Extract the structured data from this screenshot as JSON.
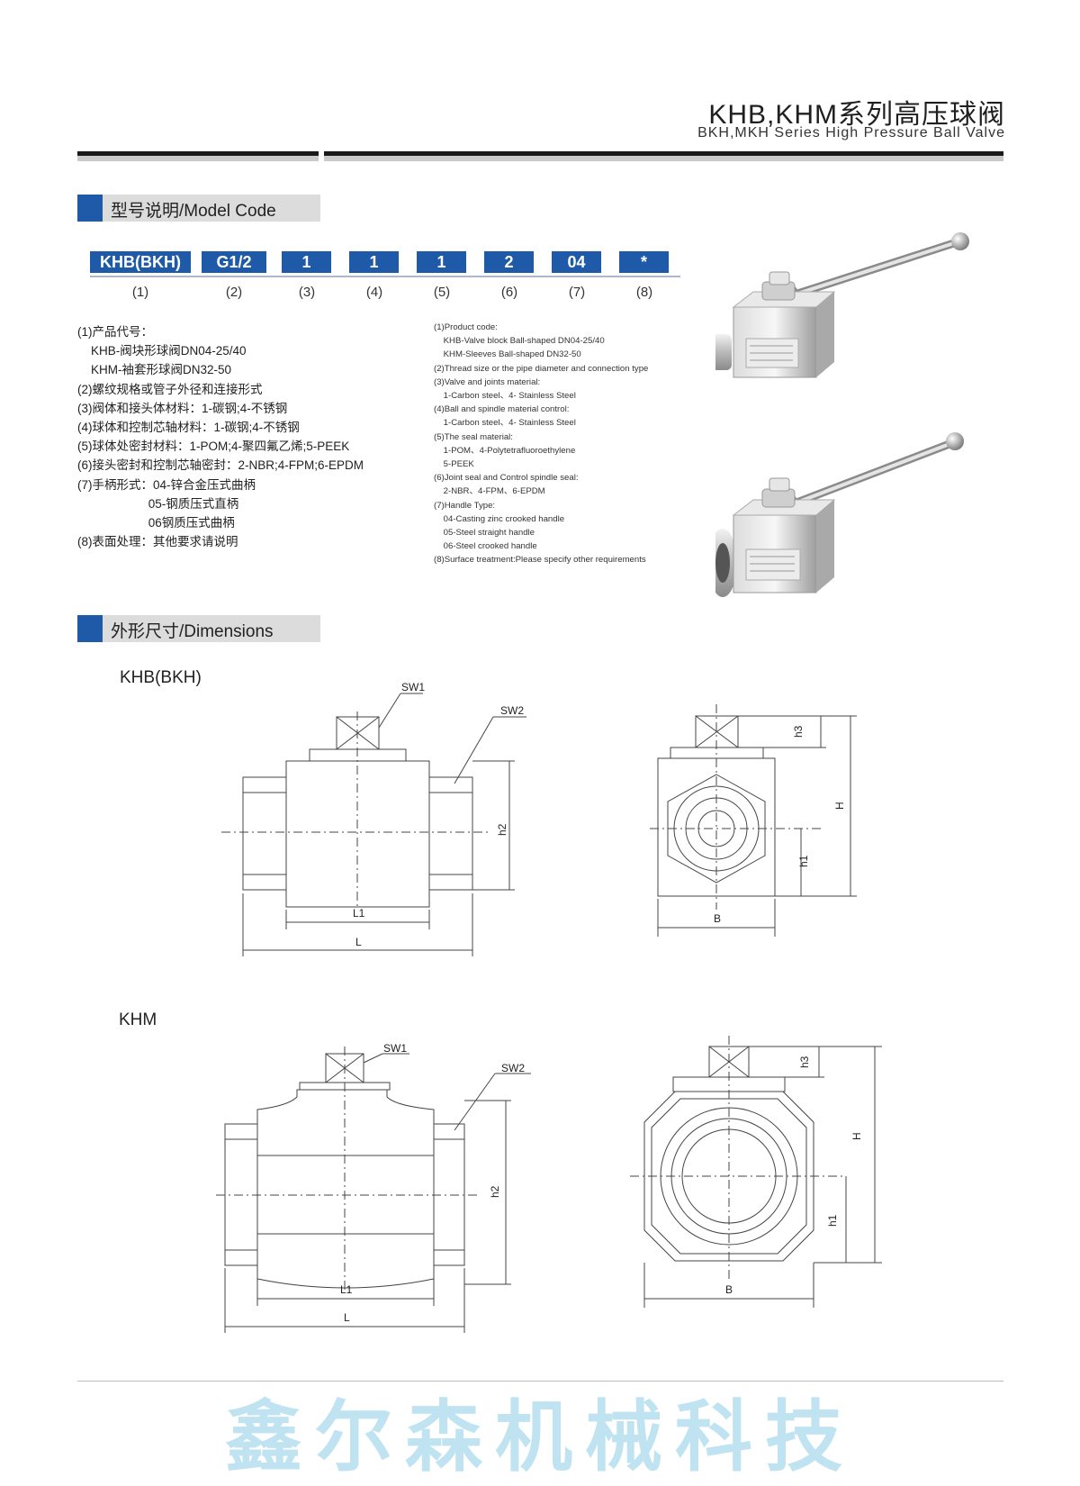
{
  "header": {
    "title": "KHB,KHM系列高压球阀",
    "subtitle": "BKH,MKH  Series  High Pressure Ball Valve"
  },
  "sections": {
    "model_code": "型号说明/Model Code",
    "dimensions": "外形尺寸/Dimensions"
  },
  "model_code": {
    "boxes": [
      "KHB(BKH)",
      "G1/2",
      "1",
      "1",
      "1",
      "2",
      "04",
      "*"
    ],
    "indices": [
      "(1)",
      "(2)",
      "(3)",
      "(4)",
      "(5)",
      "(6)",
      "(7)",
      "(8)"
    ]
  },
  "cn_lines": [
    "(1)产品代号：",
    "    KHB-阀块形球阀DN04-25/40",
    "    KHM-袖套形球阀DN32-50",
    "(2)螺纹规格或管子外径和连接形式",
    "(3)阀体和接头体材料：1-碳钢;4-不锈钢",
    "(4)球体和控制芯轴材料：1-碳钢;4-不锈钢",
    "(5)球体处密封材料：1-POM;4-聚四氟乙烯;5-PEEK",
    "(6)接头密封和控制芯轴密封：2-NBR;4-FPM;6-EPDM",
    "(7)手柄形式：04-锌合金压式曲柄",
    "                     05-钢质压式直柄",
    "                     06钢质压式曲柄",
    "(8)表面处理：其他要求请说明"
  ],
  "en_lines": [
    "(1)Product code:",
    "    KHB-Valve block Ball-shaped DN04-25/40",
    "    KHM-Sleeves Ball-shaped DN32-50",
    "(2)Thread size or the pipe diameter and connection type",
    "(3)Valve and joints material:",
    "    1-Carbon steel、4- Stainless Steel",
    "(4)Ball and spindle material control:",
    "    1-Carbon steel、4- Stainless Steel",
    "(5)The seal material:",
    "    1-POM、4-Polytetrafluoroethylene",
    "    5-PEEK",
    "(6)Joint seal and Control spindle seal:",
    "    2-NBR、4-FPM、6-EPDM",
    "(7)Handle Type:",
    "    04-Casting zinc crooked handle",
    "    05-Steel straight handle",
    "    06-Steel crooked handle",
    "(8)Surface treatment:Please specify other requirements"
  ],
  "drawings": {
    "khb": {
      "label": "KHB(BKH)",
      "dims": {
        "sw1": "SW1",
        "sw2": "SW2",
        "h2": "h2",
        "l1": "L1",
        "l": "L",
        "h3": "h3",
        "h": "H",
        "h1": "h1",
        "b": "B"
      }
    },
    "khm": {
      "label": "KHM",
      "dims": {
        "sw1": "SW1",
        "sw2": "SW2",
        "h2": "h2",
        "l1": "L1",
        "l": "L",
        "h3": "h3",
        "h": "H",
        "h1": "h1",
        "b": "B"
      }
    }
  },
  "footer": {
    "company": "鑫尔森机械科技"
  }
}
